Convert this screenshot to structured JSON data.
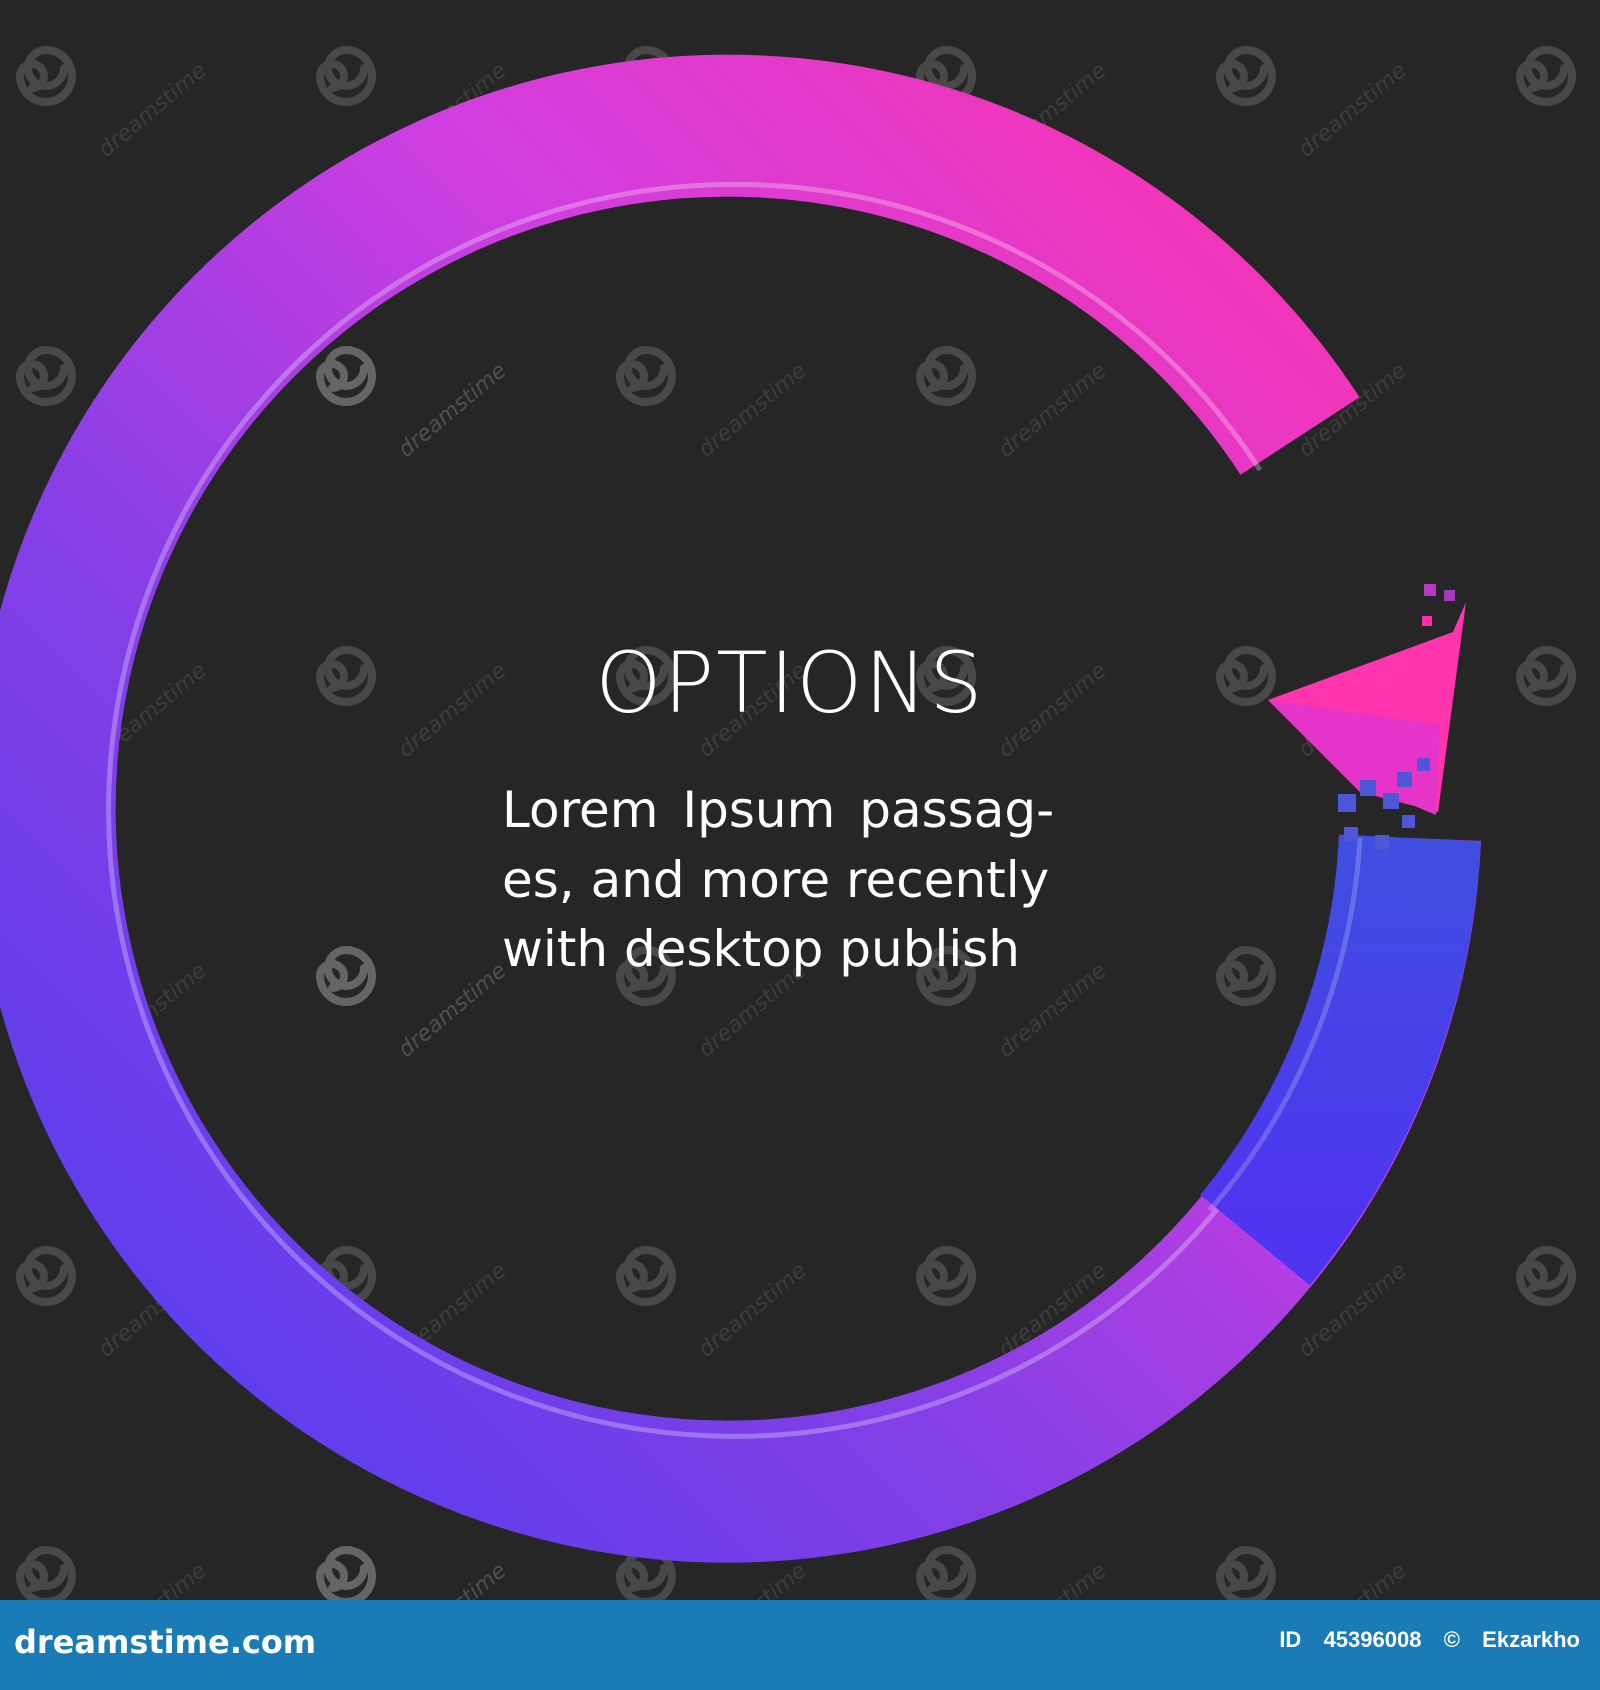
{
  "main": {
    "title": "OPTIONS",
    "body_lines": [
      "Lorem Ipsum passag-",
      "es, and more recently",
      "with desktop publish"
    ]
  },
  "watermark": {
    "text": "dreamstime",
    "icon": "spiral-icon"
  },
  "footer": {
    "site": "dreamstime.com",
    "id_label": "ID",
    "id_value": "45396008",
    "author_icon": "copyright-icon",
    "author": "Ekzarkho",
    "background_color": "#1a7bb6"
  },
  "colors": {
    "background": "#262626",
    "arrow_start": "#4c35e8",
    "arrow_mid": "#9b3ce2",
    "arrow_end": "#ff2ea8"
  }
}
